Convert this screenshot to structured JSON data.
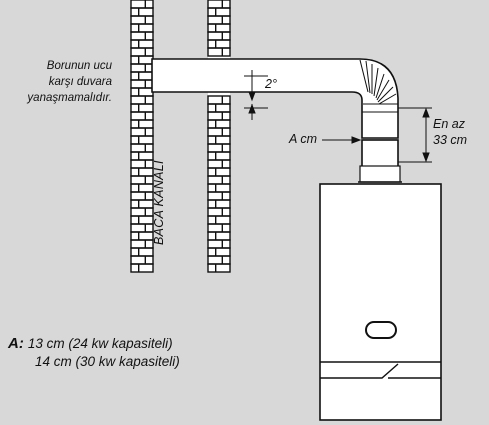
{
  "diagram": {
    "wall_note": [
      "Borunun ucu",
      "karşı duvara",
      "yanaşmamalıdır."
    ],
    "angle_label": "2°",
    "a_label": "A cm",
    "clearance_label": [
      "En az",
      "33 cm"
    ],
    "chimney_label": "BACA KANALI"
  },
  "legend": {
    "key": "A:",
    "lines": [
      "13 cm (24 kw kapasiteli)",
      "14 cm (30 kw kapasiteli)"
    ]
  },
  "colors": {
    "background": "#d8d8d8",
    "line": "#111111",
    "fill": "#ffffff"
  }
}
